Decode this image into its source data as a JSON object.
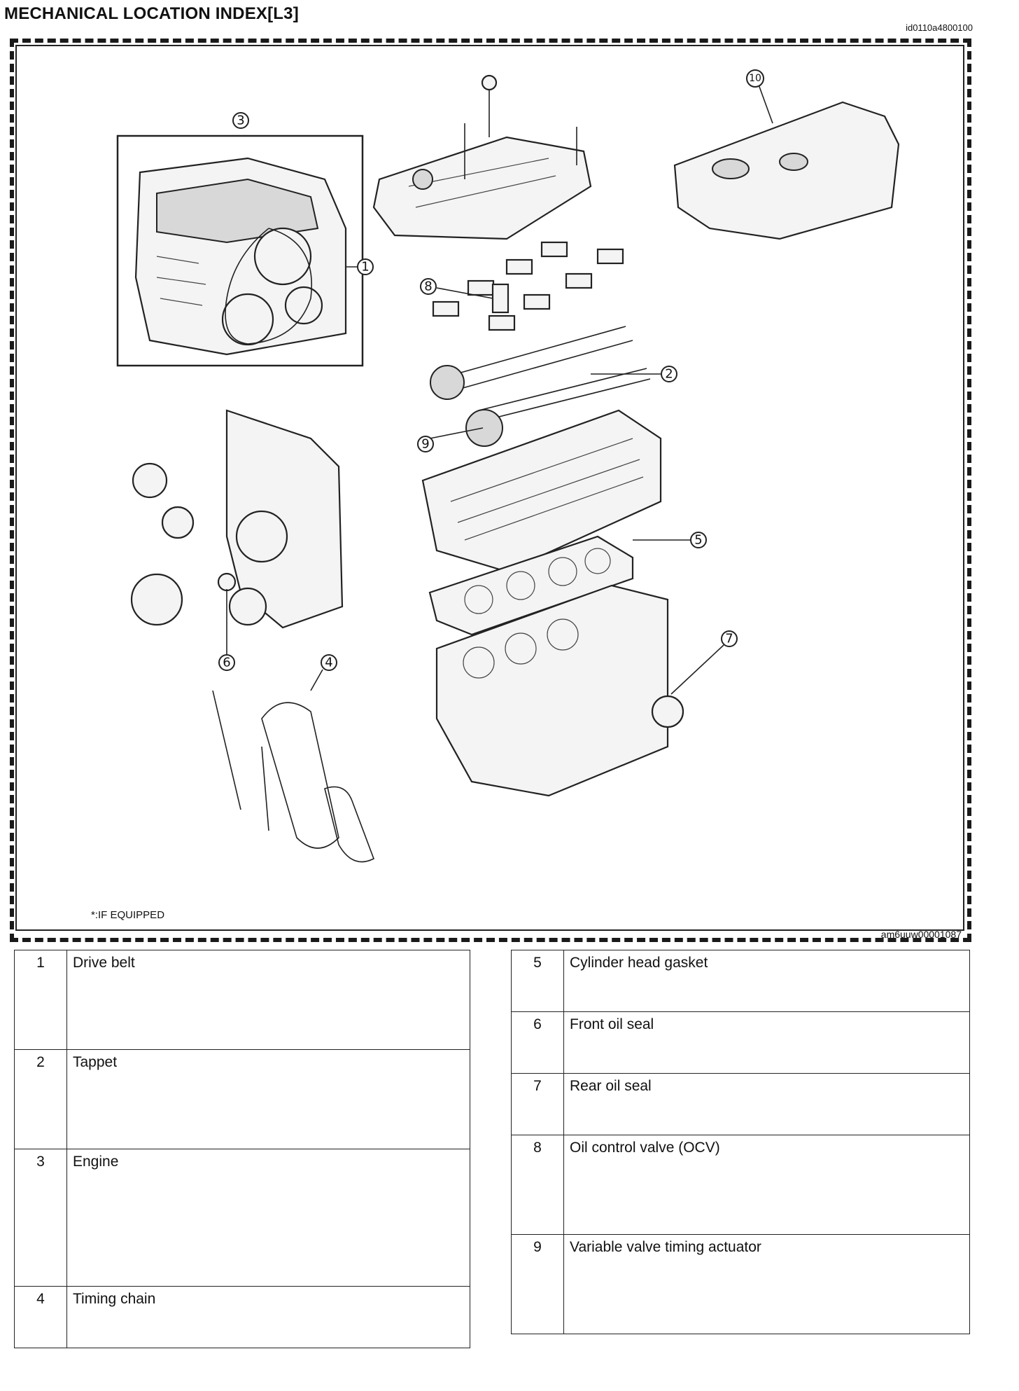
{
  "header": {
    "title": "MECHANICAL LOCATION INDEX[L3]",
    "doc_id": "id0110a4800100"
  },
  "figure": {
    "footnote": "*:IF EQUIPPED",
    "figure_id": "am6uuw00001087",
    "callouts": [
      "1",
      "2",
      "3",
      "4",
      "5",
      "6",
      "7",
      "8",
      "9",
      "10"
    ]
  },
  "legend": {
    "left": [
      {
        "num": "1",
        "label": "Drive belt"
      },
      {
        "num": "2",
        "label": "Tappet"
      },
      {
        "num": "3",
        "label": "Engine"
      },
      {
        "num": "4",
        "label": "Timing chain"
      }
    ],
    "right": [
      {
        "num": "5",
        "label": "Cylinder head gasket"
      },
      {
        "num": "6",
        "label": "Front oil seal"
      },
      {
        "num": "7",
        "label": "Rear oil seal"
      },
      {
        "num": "8",
        "label": "Oil control valve (OCV)"
      },
      {
        "num": "9",
        "label": "Variable valve timing actuator"
      }
    ]
  }
}
